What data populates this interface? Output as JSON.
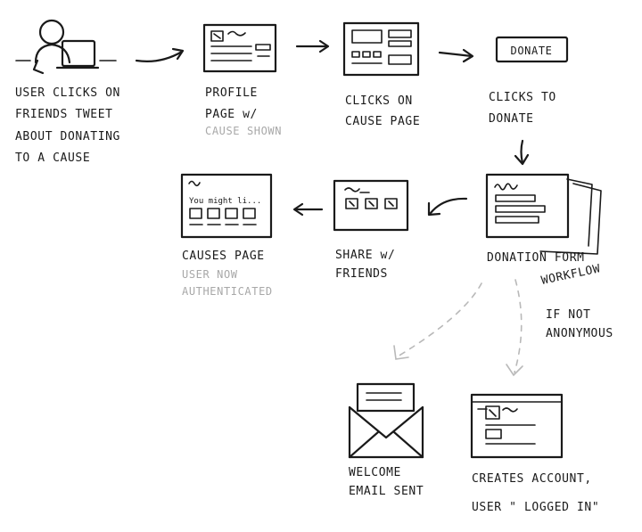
{
  "steps": {
    "user": {
      "lines": [
        "USER CLICKS ON",
        "FRIENDS TWEET",
        "ABOUT DONATING",
        "TO A CAUSE"
      ]
    },
    "profile": {
      "lines": [
        "PROFILE",
        "PAGE w/"
      ],
      "note": "CAUSE SHOWN"
    },
    "cause": {
      "lines": [
        "CLICKS ON",
        "CAUSE   PAGE"
      ]
    },
    "donate": {
      "lines": [
        "CLICKS TO",
        "DONATE"
      ],
      "button": "DONATE"
    },
    "form": {
      "lines": [
        "DONATION FORM"
      ],
      "note": "WORKFLOW"
    },
    "share": {
      "lines": [
        "SHARE w/",
        "FRIENDS"
      ]
    },
    "causes": {
      "lines": [
        "CAUSES PAGE"
      ],
      "note_lines": [
        "USER NOW",
        "AUTHENTICATED"
      ],
      "screen_text": "You might li..."
    },
    "condition": {
      "lines": [
        "IF NOT",
        "ANONYMOUS"
      ]
    },
    "email": {
      "lines": [
        "WELCOME",
        "EMAIL SENT"
      ]
    },
    "account": {
      "lines": [
        "CREATES ACCOUNT,",
        "USER \" LOGGED IN\""
      ]
    }
  }
}
